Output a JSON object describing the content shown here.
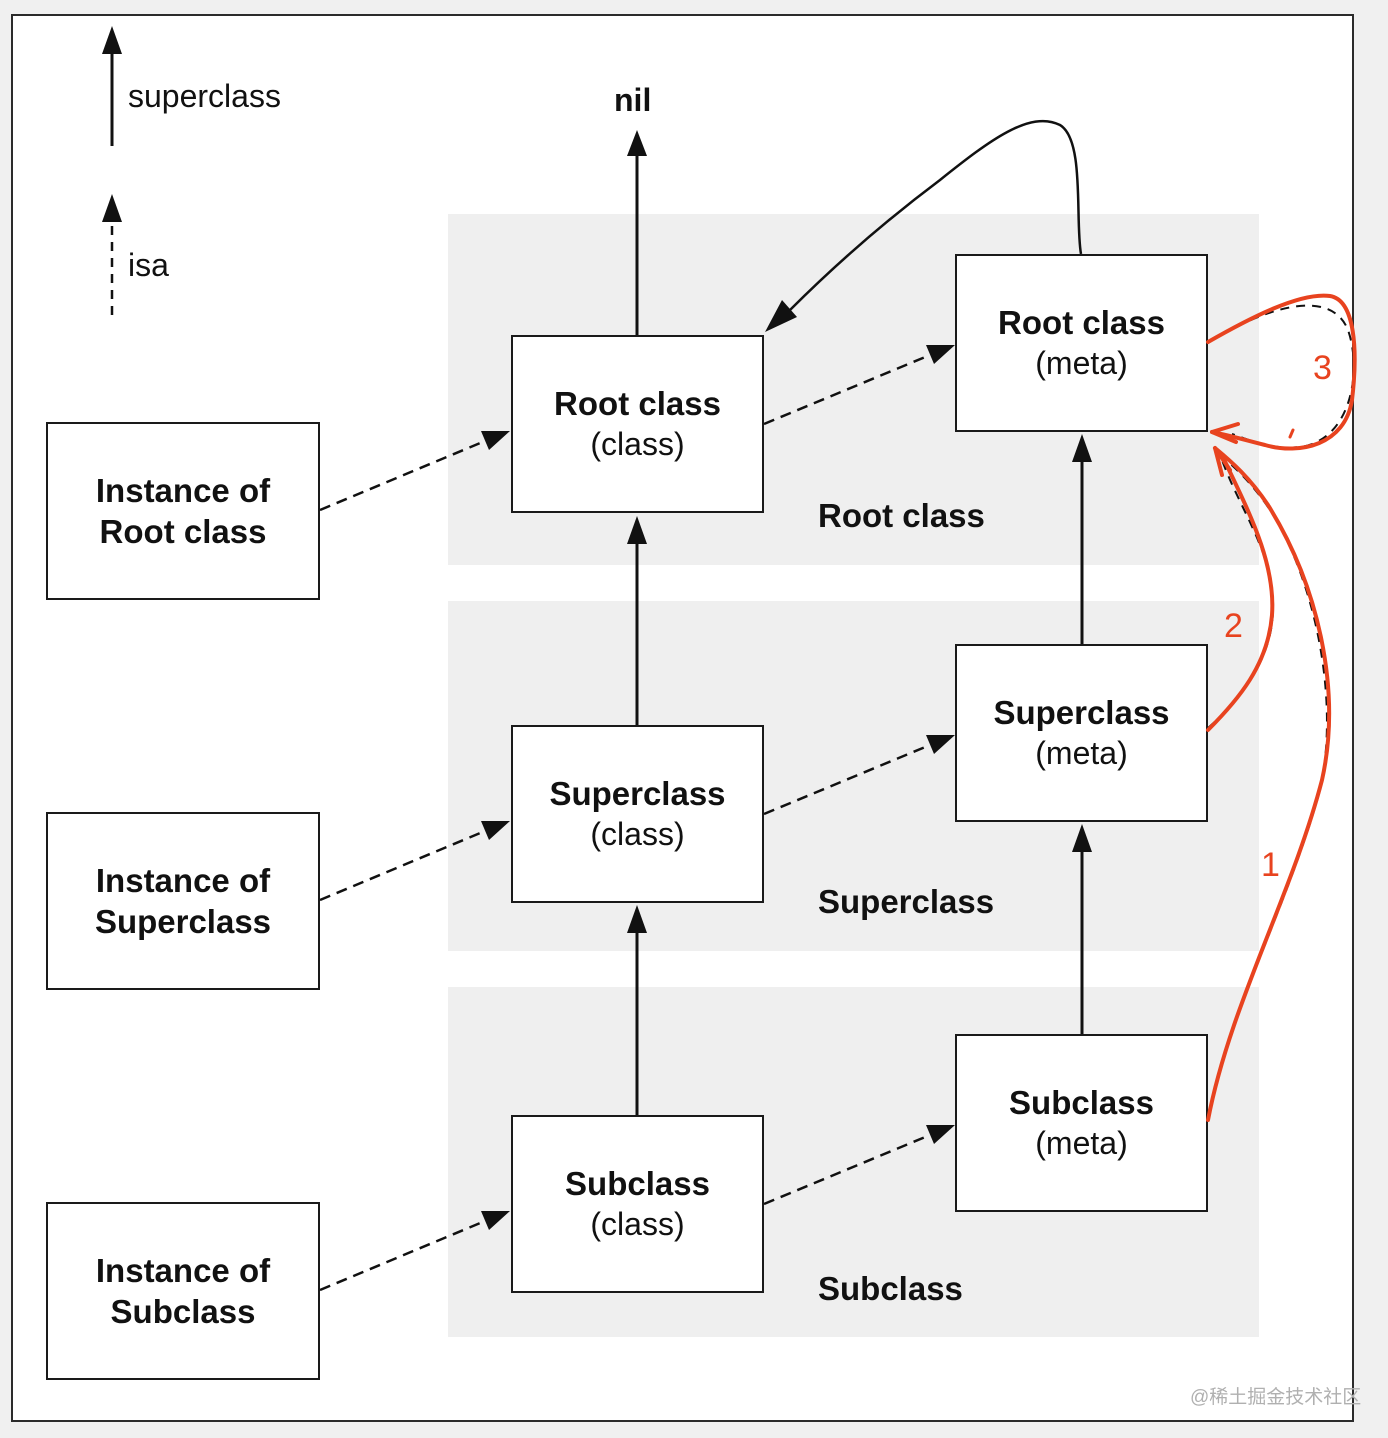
{
  "legend": {
    "superclass_label": "superclass",
    "isa_label": "isa"
  },
  "nil_label": "nil",
  "bands": {
    "root": "Root class",
    "superclass": "Superclass",
    "subclass": "Subclass"
  },
  "instances": {
    "root": "Instance of\nRoot class",
    "superclass": "Instance of\nSuperclass",
    "subclass": "Instance of\nSubclass"
  },
  "classes": {
    "root": {
      "name": "Root class",
      "kind": "(class)"
    },
    "superclass": {
      "name": "Superclass",
      "kind": "(class)"
    },
    "subclass": {
      "name": "Subclass",
      "kind": "(class)"
    }
  },
  "metas": {
    "root": {
      "name": "Root class",
      "kind": "(meta)"
    },
    "superclass": {
      "name": "Superclass",
      "kind": "(meta)"
    },
    "subclass": {
      "name": "Subclass",
      "kind": "(meta)"
    }
  },
  "annotations": {
    "one": "1",
    "two": "2",
    "three": "3",
    "color": "#e8431f"
  },
  "watermark": "@稀土掘金技术社区"
}
